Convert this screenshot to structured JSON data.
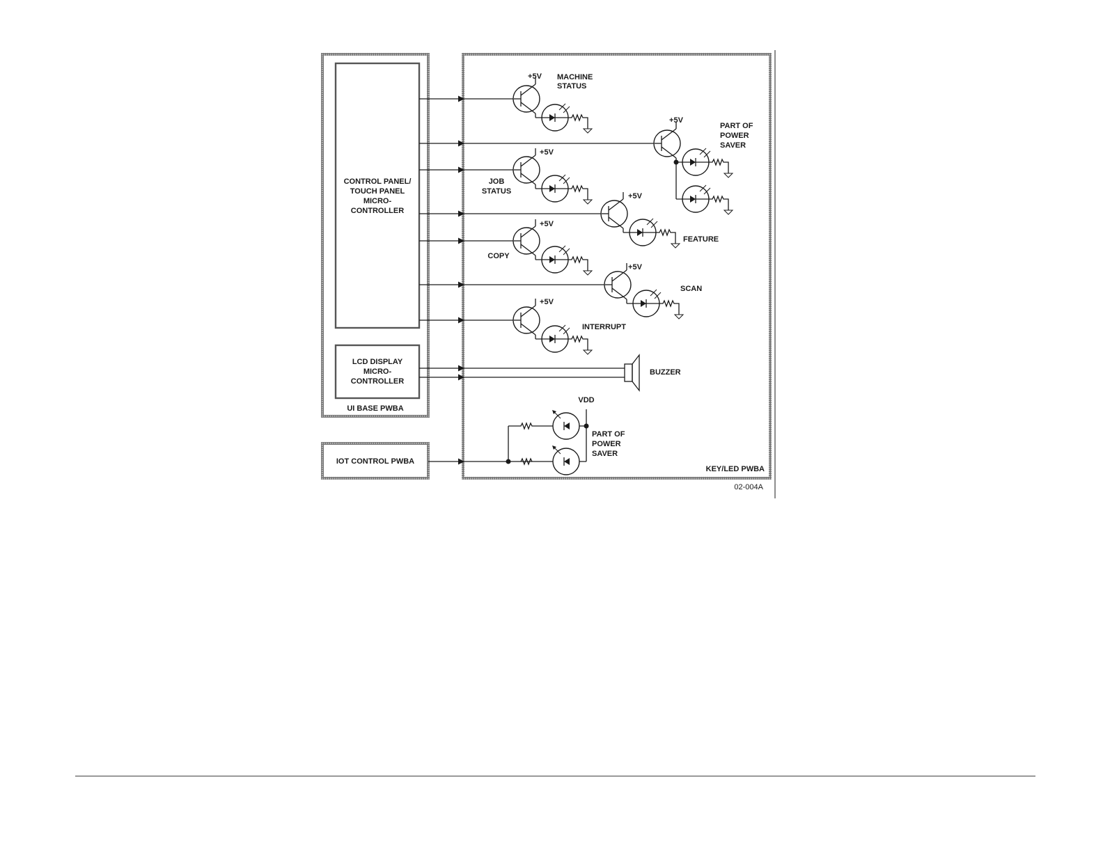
{
  "diagram": {
    "blocks": {
      "ui_base": "UI BASE PWBA",
      "control_panel": [
        "CONTROL PANEL/",
        "TOUCH PANEL",
        "MICRO-",
        "CONTROLLER"
      ],
      "lcd": [
        "LCD DISPLAY",
        "MICRO-",
        "CONTROLLER"
      ],
      "iot": "IOT CONTROL PWBA",
      "key_led": "KEY/LED PWBA"
    },
    "labels": {
      "supply": "+5V",
      "vdd": "VDD",
      "machine_status": [
        "MACHINE",
        "STATUS"
      ],
      "job_status": [
        "JOB",
        "STATUS"
      ],
      "copy": "COPY",
      "interrupt": "INTERRUPT",
      "feature": "FEATURE",
      "scan": "SCAN",
      "power_saver": [
        "PART OF",
        "POWER",
        "SAVER"
      ],
      "buzzer": "BUZZER"
    },
    "figure_id": "02-004A"
  }
}
